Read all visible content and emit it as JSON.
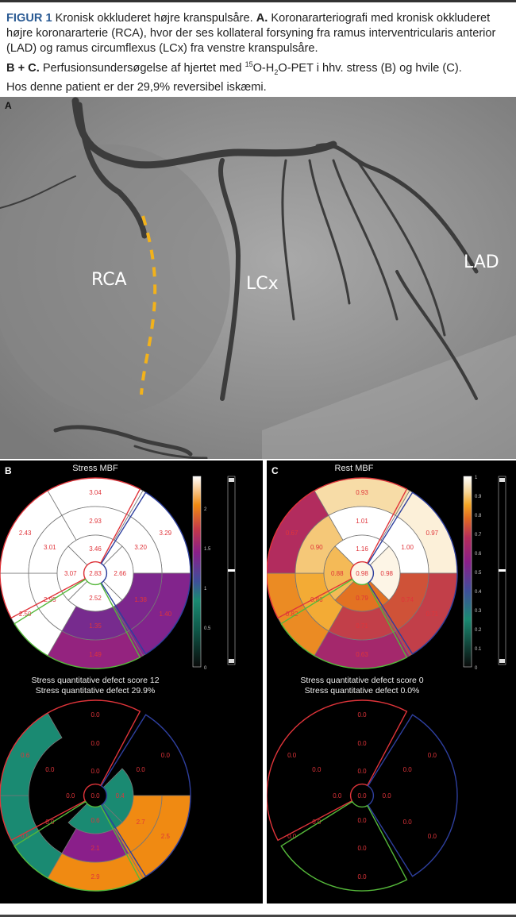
{
  "caption": {
    "figure_label": "FIGUR 1",
    "title": "Kronisk okkluderet højre kranspulsåre.",
    "a_label": "A.",
    "a_text": "Koronararteriografi med kronisk okkluderet højre koronararterie (RCA), hvor der ses kollateral forsyning fra ramus interventricularis anterior (LAD) og ramus circumflexus (LCx) fra venstre kranspulsåre.",
    "bc_label": "B + C.",
    "bc_text_1": "Perfusionsundersøgelse af hjertet med",
    "isotope_sup": "15",
    "bc_text_2": "O-H",
    "sub_2": "2",
    "bc_text_3": "O-PET i hhv. stress (B) og hvile (C).",
    "conclusion": "Hos denne patient er der 29,9% reversibel iskæmi."
  },
  "panel_a": {
    "label": "A",
    "vessels": {
      "rca": "RCA",
      "lcx": "LCx",
      "lad": "LAD"
    },
    "occlusion_line_color": "#f2b21b"
  },
  "panel_b": {
    "label": "B",
    "title": "Stress MBF",
    "colorbar_ticks": [
      "2",
      "1.5",
      "1",
      "0.5",
      "0"
    ],
    "colorbar_range": [
      0,
      2.4
    ],
    "slider_position": 0.5,
    "segments": {
      "apex": "2.83",
      "apical": [
        "3.46",
        "2.66",
        "2.52",
        "3.07"
      ],
      "mid": [
        "2.93",
        "3.20",
        "1.38",
        "1.35",
        "2.95",
        "3.01"
      ],
      "basal": [
        "3.04",
        "3.29",
        "1.40",
        "1.49",
        "2.50",
        "2.43"
      ]
    },
    "defect_score_line": "Stress quantitative defect score 12",
    "defect_percent_line": "Stress quantitative defect 29.9%",
    "defect_segments": {
      "apex": "0.0",
      "apical": [
        "0.0",
        "0.4",
        "0.6",
        "0.0"
      ],
      "mid": [
        "0.0",
        "0.0",
        "2.7",
        "2.1",
        "0.0",
        "0.0"
      ],
      "basal": [
        "0.0",
        "0.0",
        "2.5",
        "2.9",
        "0.5",
        "0.6"
      ]
    }
  },
  "panel_c": {
    "label": "C",
    "title": "Rest MBF",
    "colorbar_ticks": [
      "1",
      "0.9",
      "0.8",
      "0.7",
      "0.6",
      "0.5",
      "0.4",
      "0.3",
      "0.2",
      "0.1",
      "0"
    ],
    "colorbar_range": [
      0,
      1
    ],
    "slider_position": 0.5,
    "segments": {
      "apex": "0.98",
      "apical": [
        "1.16",
        "0.98",
        "0.79",
        "0.88"
      ],
      "mid": [
        "1.01",
        "1.00",
        "0.74",
        "0.71",
        "0.86",
        "0.90"
      ],
      "basal": [
        "0.93",
        "0.97",
        "0.71",
        "0.63",
        "0.82",
        "0.67"
      ]
    },
    "defect_score_line": "Stress quantitative defect score 0",
    "defect_percent_line": "Stress quantitative defect 0.0%",
    "defect_segments": {
      "apex": "0.0",
      "apical": [
        "0.0",
        "0.0",
        "0.0",
        "0.0"
      ],
      "mid": [
        "0.0",
        "0.0",
        "0.0",
        "0.0",
        "0.0",
        "0.0"
      ],
      "basal": [
        "0.0",
        "0.0",
        "0.0",
        "0.0",
        "0.0",
        "0.0"
      ]
    }
  },
  "territory_colors": {
    "lad": "#e0343a",
    "lcx": "#2e3f9e",
    "rca": "#55b83a"
  },
  "value_text_color": "#e0343a"
}
